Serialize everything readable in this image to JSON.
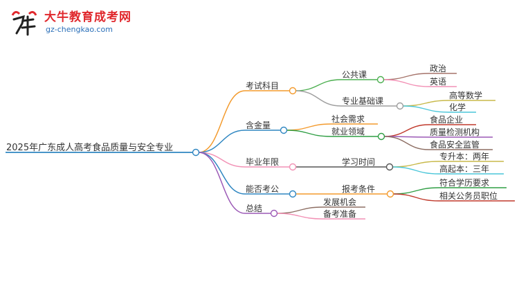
{
  "logo": {
    "name": "大牛教育成考网",
    "url": "gz-chengkao.com"
  },
  "mindmap": {
    "root": "2025年广东成人高考食品质量与安全专业",
    "branches": [
      {
        "label": "考试科目",
        "color": "#f39a2c",
        "children": [
          {
            "label": "公共课",
            "color": "#4caf50",
            "children": [
              {
                "label": "政治",
                "color": "#a5736a"
              },
              {
                "label": "英语",
                "color": "#f291b5"
              }
            ]
          },
          {
            "label": "专业基础课",
            "color": "#9e9e9e",
            "children": [
              {
                "label": "高等数学",
                "color": "#c8b94a"
              },
              {
                "label": "化学",
                "color": "#4ac6d9"
              }
            ]
          }
        ]
      },
      {
        "label": "含金量",
        "color": "#2e86c1",
        "children": [
          {
            "label": "社会需求",
            "color": "#f39a2c",
            "children": []
          },
          {
            "label": "就业领域",
            "color": "#2f9e44",
            "children": [
              {
                "label": "食品企业",
                "color": "#c0392b"
              },
              {
                "label": "质量检测机构",
                "color": "#9b59b6"
              },
              {
                "label": "食品安全监管",
                "color": "#8d6e63"
              }
            ]
          }
        ]
      },
      {
        "label": "毕业年限",
        "color": "#f291b5",
        "children": [
          {
            "label": "学习时间",
            "color": "#555555",
            "children": [
              {
                "label": "专升本：两年",
                "color": "#c8b94a"
              },
              {
                "label": "高起本：三年",
                "color": "#4ac6d9"
              }
            ]
          }
        ]
      },
      {
        "label": "能否考公",
        "color": "#2e86c1",
        "children": [
          {
            "label": "报考条件",
            "color": "#f39a2c",
            "children": [
              {
                "label": "符合学历要求",
                "color": "#2f9e44"
              },
              {
                "label": "相关公务员职位",
                "color": "#c0392b"
              }
            ]
          }
        ]
      },
      {
        "label": "总结",
        "color": "#9b59b6",
        "children": [
          {
            "label": "发展机会",
            "color": "#8d6e63",
            "children": []
          },
          {
            "label": "备考准备",
            "color": "#f291b5",
            "children": []
          }
        ]
      }
    ]
  }
}
